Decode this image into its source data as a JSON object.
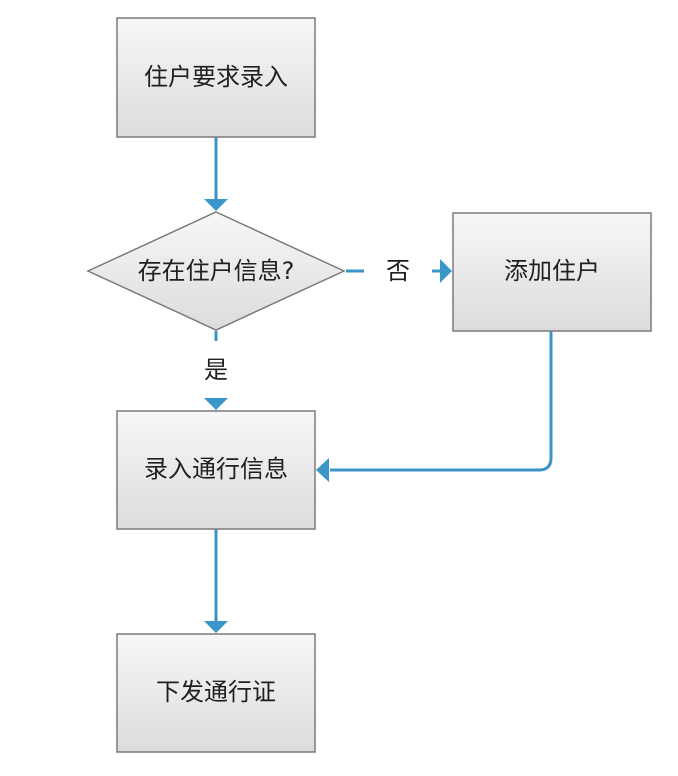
{
  "colors": {
    "node_fill_top": "#f7f7f7",
    "node_fill_bottom": "#dcdcdc",
    "node_stroke": "#7a7a7a",
    "edge": "#3a96c8",
    "text": "#1f1f1f"
  },
  "nodes": {
    "request": "住户要求录入",
    "decision": "存在住户信息?",
    "add_resident": "添加住户",
    "enter_pass_info": "录入通行信息",
    "issue_pass": "下发通行证"
  },
  "edges": {
    "yes_label": "是",
    "no_label": "否"
  }
}
